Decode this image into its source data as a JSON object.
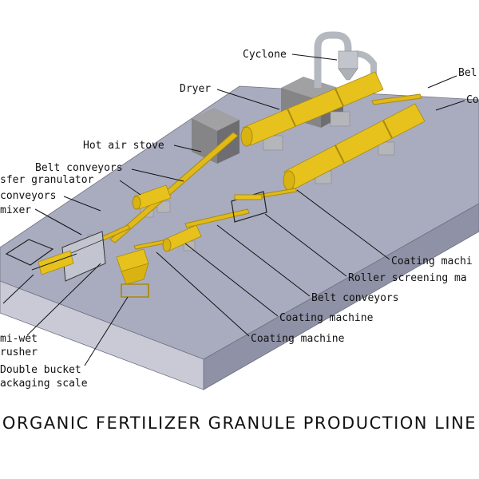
{
  "title": "ORGANIC FERTILIZER GRANULE PRODUCTION LINE",
  "colors": {
    "platform_top": "#a9acbf",
    "platform_side": "#c9cad6",
    "platform_front": "#8f92a6",
    "equipment": "#e7c21d",
    "equipment_dark": "#a88a0e",
    "building": "#8d8d90",
    "duct": "#b4b8bf",
    "leader_line": "#111111"
  },
  "labels": {
    "cyclone": "Cyclone",
    "belt_top": "Bel",
    "dryer": "Dryer",
    "cooler_top": "Co",
    "hot_air_stove": "Hot air stove",
    "belt_conveyors_1": "Belt conveyors",
    "transfer_granulator": "sfer granulator",
    "belt_conveyors_2": " conveyors",
    "mixer": "mixer",
    "coating_machine_right": "Coating machi",
    "roller_screening": "Roller screening ma",
    "belt_conveyors_3": "Belt conveyors",
    "coating_machine_mid": "Coating machine",
    "coating_machine_low": "Coating machine",
    "semi_wet_1": "mi-wet",
    "semi_wet_2": "rusher",
    "double_bucket_1": "Double bucket",
    "double_bucket_2": "ackaging scale"
  }
}
